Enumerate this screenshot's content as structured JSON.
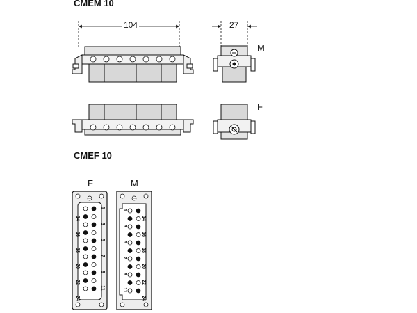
{
  "sections": {
    "top_title": "CMEM 10",
    "bottom_title": "CMEF 10"
  },
  "dimensions": {
    "width": "104",
    "depth": "27"
  },
  "side_labels": {
    "male": "M",
    "female": "F"
  },
  "face_labels": {
    "female": "F",
    "male": "M"
  },
  "pinouts": {
    "female": {
      "right_labels": [
        "1",
        "3",
        "5",
        "7",
        "9",
        "11"
      ],
      "left_labels": [
        "14",
        "16",
        "18",
        "20",
        "22",
        "24"
      ]
    },
    "male": {
      "left_labels": [
        "1",
        "3",
        "5",
        "7",
        "9",
        "11"
      ],
      "right_labels": [
        "14",
        "16",
        "18",
        "20",
        "22",
        "24"
      ]
    }
  }
}
